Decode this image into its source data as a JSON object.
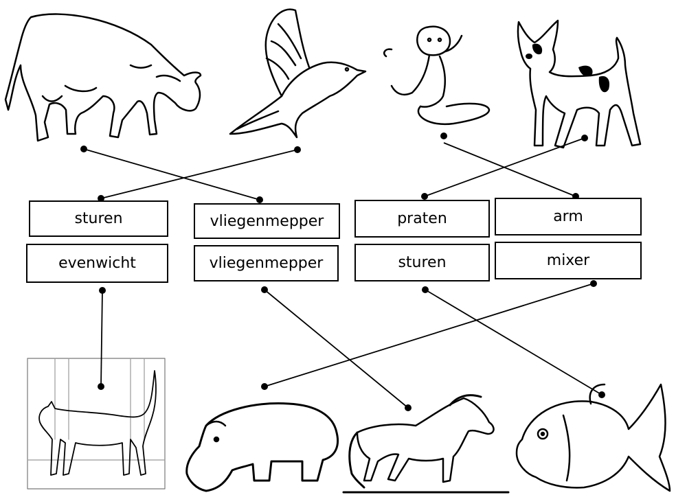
{
  "labels": {
    "sturen_top": "sturen",
    "evenwicht": "evenwicht",
    "vliegenmepper_top": "vliegenmepper",
    "vliegenmepper_bottom": "vliegenmepper",
    "praten": "praten",
    "sturen_bottom": "sturen",
    "arm": "arm",
    "mixer": "mixer"
  },
  "animals_top": [
    "cow",
    "bird",
    "monkey",
    "dog"
  ],
  "animals_bottom": [
    "cat",
    "hippo",
    "horse",
    "fish"
  ],
  "connections": [
    {
      "from": "cow",
      "to": "vliegenmepper"
    },
    {
      "from": "bird",
      "to": "sturen"
    },
    {
      "from": "monkey",
      "to": "arm"
    },
    {
      "from": "dog",
      "to": "praten"
    },
    {
      "from": "evenwicht",
      "to": "cat"
    },
    {
      "from": "vliegenmepper",
      "to": "horse"
    },
    {
      "from": "sturen",
      "to": "fish"
    },
    {
      "from": "mixer",
      "to": "hippo"
    }
  ],
  "colors": {
    "line": "#000000",
    "box_border": "#000000",
    "background": "#ffffff"
  }
}
